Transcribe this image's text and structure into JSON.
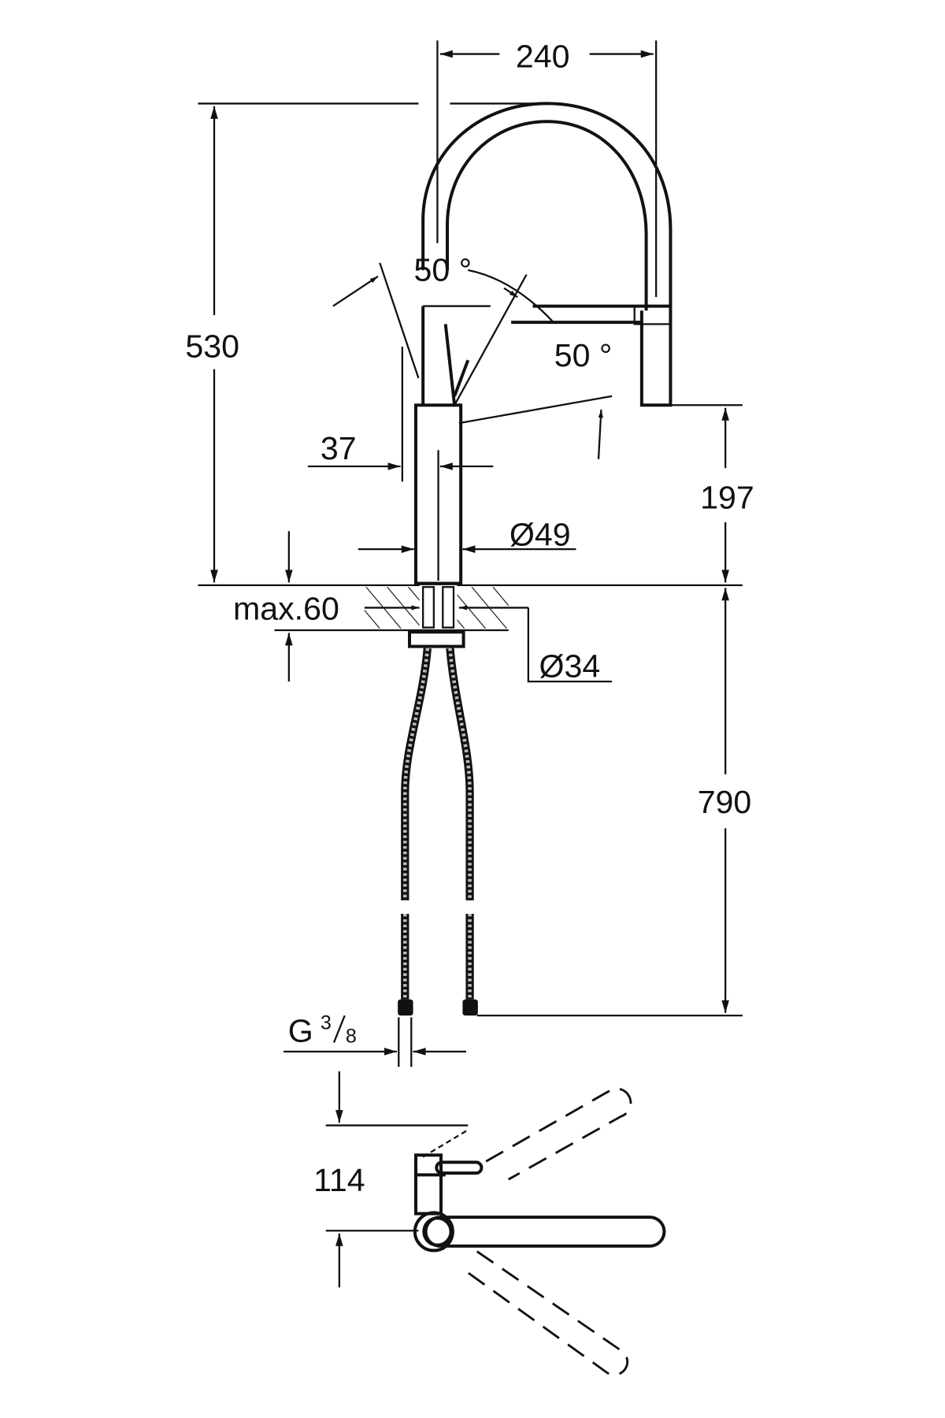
{
  "title": "Kitchen faucet dimension drawing",
  "dimensions": {
    "spout_reach": "240",
    "total_height": "530",
    "spout_angle_upper": "50 °",
    "spout_angle_lower": "50 °",
    "offset": "37",
    "spout_height": "197",
    "body_diameter": "Ø49",
    "max_countertop": "max.60",
    "hole_diameter": "Ø34",
    "hose_length": "790",
    "connection_letter": "G",
    "connection_num": "3",
    "connection_den": "8",
    "plan_offset": "114"
  },
  "colors": {
    "line": "#111111",
    "background": "#ffffff"
  }
}
